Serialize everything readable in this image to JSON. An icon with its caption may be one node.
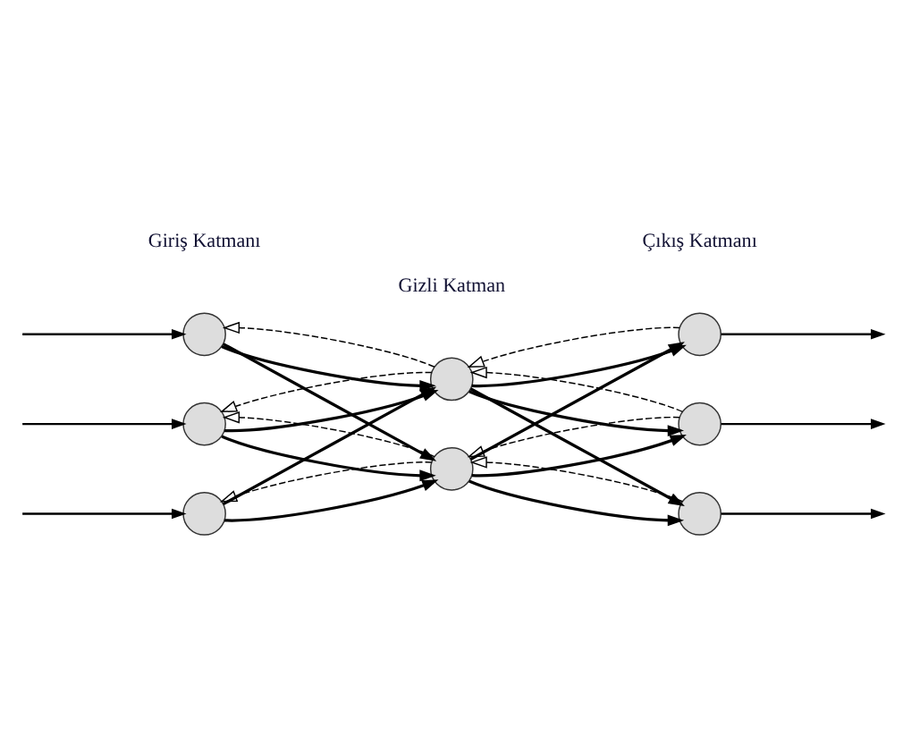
{
  "diagram": {
    "nodes": [
      {
        "text": [],
        "shape": "circle"
      },
      {
        "text": [],
        "shape": "circle"
      },
      {
        "text": [],
        "shape": "circle"
      },
      {
        "text": [],
        "shape": "circle"
      },
      {
        "text": [],
        "shape": "circle"
      },
      {
        "text": [],
        "shape": "circle"
      },
      {
        "text": [],
        "shape": "circle"
      },
      {
        "text": [],
        "shape": "circle"
      }
    ],
    "edges": [
      {
        "from": null,
        "to": 0,
        "arrow": "to"
      },
      {
        "from": null,
        "to": 1,
        "arrow": "to"
      },
      {
        "from": null,
        "to": 2,
        "arrow": "to"
      },
      {
        "from": 0,
        "to": 3,
        "arrow": "to"
      },
      {
        "from": 0,
        "to": 4,
        "arrow": "to"
      },
      {
        "from": 1,
        "to": 3,
        "arrow": "to"
      },
      {
        "from": 1,
        "to": 4,
        "arrow": "to"
      },
      {
        "from": 2,
        "to": 3,
        "arrow": "to"
      },
      {
        "from": 2,
        "to": 4,
        "arrow": "to"
      },
      {
        "from": 3,
        "to": 5,
        "arrow": "to"
      },
      {
        "from": 3,
        "to": 6,
        "arrow": "to"
      },
      {
        "from": 3,
        "to": 7,
        "arrow": "to"
      },
      {
        "from": 4,
        "to": 5,
        "arrow": "to"
      },
      {
        "from": 4,
        "to": 6,
        "arrow": "to"
      },
      {
        "from": 4,
        "to": 7,
        "arrow": "to"
      },
      {
        "from": 5,
        "to": null,
        "arrow": "to"
      },
      {
        "from": 6,
        "to": null,
        "arrow": "to"
      },
      {
        "from": 7,
        "to": null,
        "arrow": "to"
      },
      {
        "from": 3,
        "to": 0,
        "arrow": "to",
        "style": "dashed"
      },
      {
        "from": 3,
        "to": 1,
        "arrow": "to",
        "style": "dashed"
      },
      {
        "from": 4,
        "to": 1,
        "arrow": "to",
        "style": "dashed"
      },
      {
        "from": 4,
        "to": 2,
        "arrow": "to",
        "style": "dashed"
      },
      {
        "from": 5,
        "to": 3,
        "arrow": "to",
        "style": "dashed"
      },
      {
        "from": 6,
        "to": 3,
        "arrow": "to",
        "style": "dashed"
      },
      {
        "from": 6,
        "to": 4,
        "arrow": "to",
        "style": "dashed"
      },
      {
        "from": 7,
        "to": 4,
        "arrow": "to",
        "style": "dashed"
      }
    ],
    "labels": [
      "Giriş Katmanı",
      "Gizli Katman",
      "Çıkış Katmanı"
    ]
  }
}
